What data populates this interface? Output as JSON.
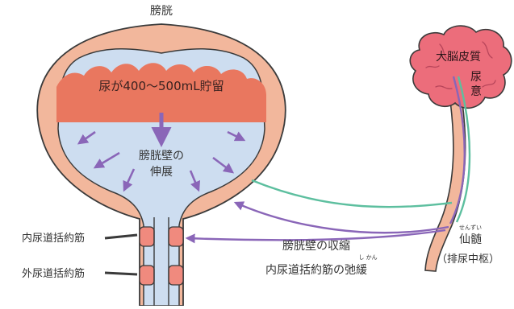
{
  "labels": {
    "bladder_title": "膀胱",
    "urine_storage": "尿が400～500mL貯留",
    "wall_stretch_line1": "膀胱壁の",
    "wall_stretch_line2": "伸展",
    "cerebral_cortex": "大脳皮質",
    "urge_line1": "尿",
    "urge_line2": "意",
    "sacral_furigana": "せんずい",
    "sacral_cord": "仙髄",
    "micturition_center": "（排尿中枢）",
    "internal_sphincter": "内尿道括約筋",
    "external_sphincter": "外尿道括約筋",
    "bladder_contraction": "膀胱壁の収縮",
    "relaxation": "内尿道括約筋の弛緩",
    "relax_furigana": "し かん"
  },
  "colors": {
    "bladder_outer": "#f2b79c",
    "bladder_outline": "#3a3a3a",
    "urine_fill": "#e9775f",
    "lumen_fill": "#cdddf0",
    "brain_fill": "#ec6d7b",
    "sensory_path": "#5dbf9f",
    "motor_path": "#8a66b8",
    "spinal_cord": "#f2b79c",
    "sphincter": "#f08a7e"
  }
}
